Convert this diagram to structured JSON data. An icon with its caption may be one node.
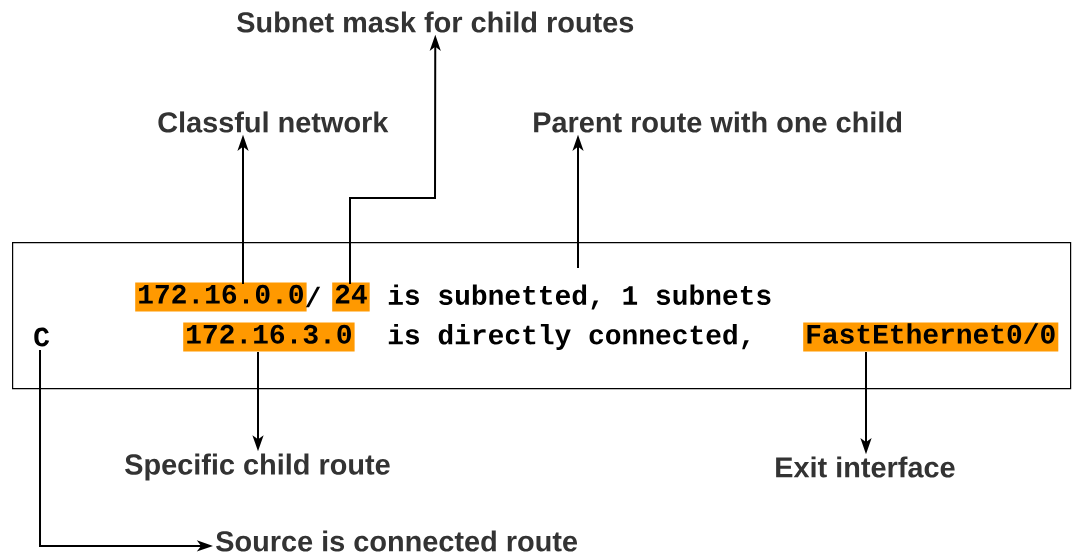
{
  "diagram": {
    "nodes": [
      {
        "text": [],
        "shape": "box"
      },
      {
        "text": [
          "172.16.0.0"
        ],
        "in": 0
      },
      {
        "text": [
          "24"
        ],
        "in": 0
      },
      {
        "text": [
          "C"
        ],
        "in": 0
      },
      {
        "text": [
          "172.16.3.0"
        ],
        "in": 0
      },
      {
        "text": [
          "FastEthernet0/0"
        ],
        "in": 0
      },
      {
        "text": [
          "Classful network"
        ]
      },
      {
        "text": [
          "Subnet mask for child routes"
        ]
      },
      {
        "text": [
          "Parent route with one child"
        ]
      },
      {
        "text": [
          "Specific child route"
        ]
      },
      {
        "text": [
          "Exit interface"
        ]
      },
      {
        "text": [
          "Source is connected route"
        ]
      }
    ],
    "edges": [
      {
        "from": 1,
        "to": 6,
        "arrow": "to"
      },
      {
        "from": 2,
        "to": 7,
        "arrow": "to"
      },
      {
        "from": null,
        "to": 8,
        "arrow": "to"
      },
      {
        "from": 4,
        "to": 9,
        "arrow": "to"
      },
      {
        "from": 5,
        "to": 10,
        "arrow": "to"
      },
      {
        "from": 3,
        "to": 11,
        "arrow": "to"
      }
    ],
    "labels": [
      "/",
      "is subnetted, 1 subnets",
      "is directly connected,"
    ]
  }
}
